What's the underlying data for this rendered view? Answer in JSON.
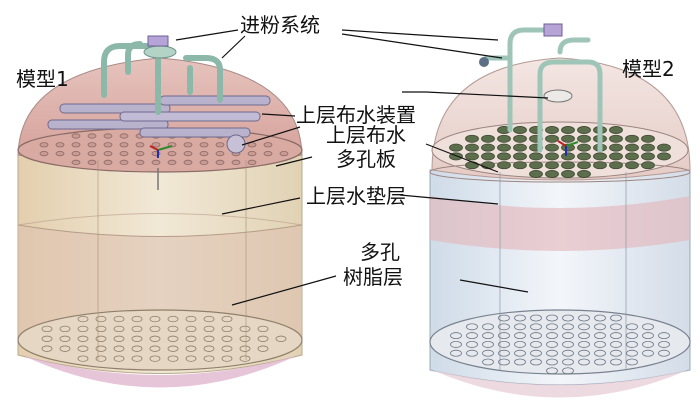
{
  "labels": {
    "feed_system": "进粉系统",
    "model1": "模型1",
    "model2": "模型2",
    "upper_distributor": "上层布水装置",
    "upper_plate_line1": "上层布水",
    "upper_plate_line2": "多孔板",
    "upper_water_cushion": "上层水垫层",
    "resin_line1": "多孔",
    "resin_line2": "树脂层"
  },
  "colors": {
    "model1_body": "#e9dcc0",
    "model1_dome": "#d9a8a0",
    "model2_body": "#dde6ef",
    "model2_dome": "#ead4cf",
    "resin_band": "#e4b8b8",
    "hole_disc": "#5d6e4d",
    "pipe": "#9ec5b8"
  }
}
